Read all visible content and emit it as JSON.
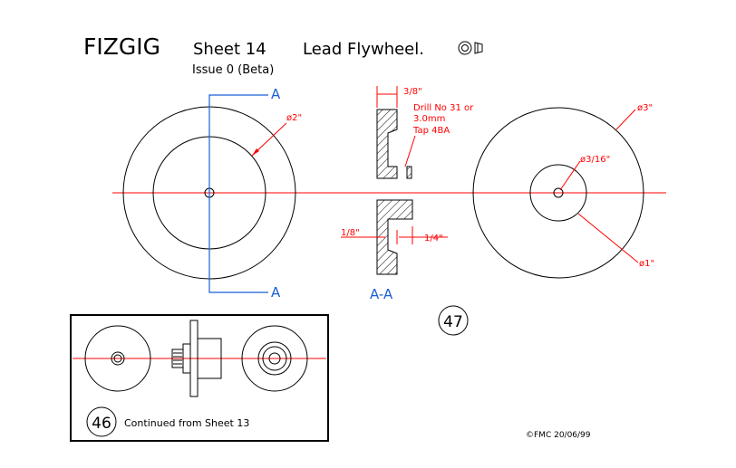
{
  "title": {
    "project": "FIZGIG",
    "sheet": "Sheet 14",
    "part": "Lead Flywheel.",
    "issue": "Issue 0 (Beta)"
  },
  "section_labels": {
    "top": "A",
    "bottom": "A",
    "view": "A-A"
  },
  "dimensions": {
    "left_diameter": "ø2\"",
    "right_outer": "ø3\"",
    "right_bore": "ø3/16\"",
    "right_hub": "ø1\"",
    "section_width": "3/8\"",
    "drill_line1": "Drill No 31 or",
    "drill_line2": "3.0mm",
    "drill_line3": "Tap 4BA",
    "left_step": "1/8\"",
    "right_step": "1/4\""
  },
  "sheet_number": "47",
  "inset": {
    "sheet_number": "46",
    "note": "Continued from Sheet 13"
  },
  "footer": {
    "copyright": "©FMC 20/06/99"
  },
  "colors": {
    "dimension": "#ff0000",
    "section": "#1a5fd6",
    "line": "#000000"
  }
}
